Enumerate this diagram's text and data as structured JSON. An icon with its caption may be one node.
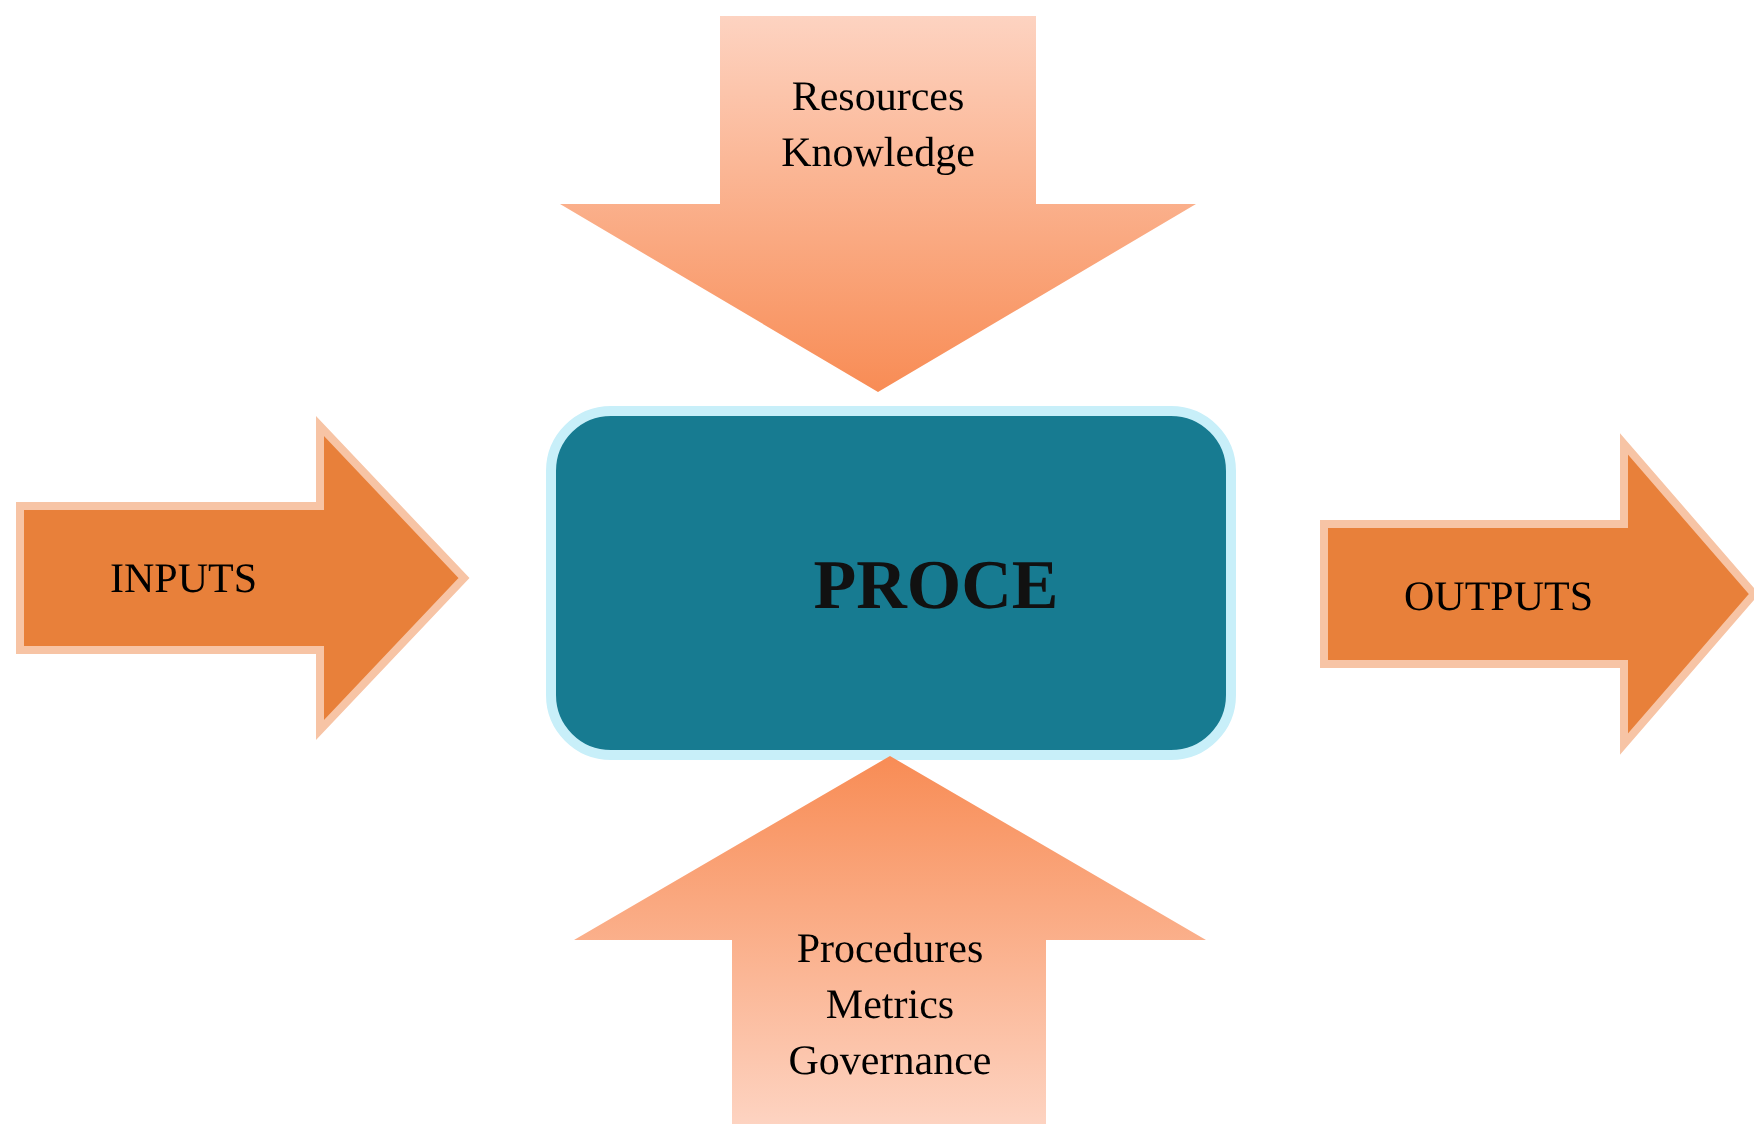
{
  "diagram": {
    "nodes": [
      {
        "text": [
          "Resources",
          "Knowledge"
        ]
      },
      {
        "text": [
          "INPUTS"
        ]
      },
      {
        "text": [
          "PROCE"
        ]
      },
      {
        "text": [
          "OUTPUTS"
        ]
      },
      {
        "text": [
          "Procedures",
          "Metrics",
          "Governance"
        ]
      }
    ]
  }
}
